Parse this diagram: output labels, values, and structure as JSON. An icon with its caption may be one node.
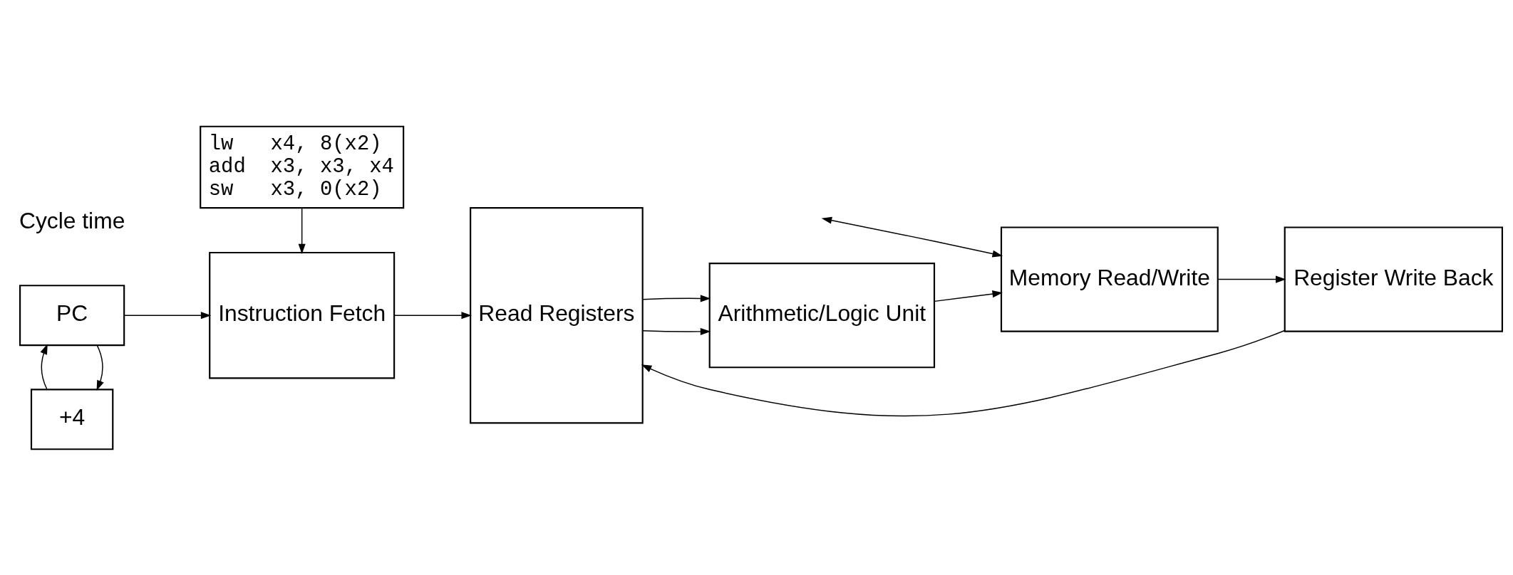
{
  "diagram": {
    "nodes": [
      {
        "text": [
          "lw   x4, 8(x2)",
          "add  x3, x3, x4",
          "sw   x3, 0(x2)"
        ]
      },
      {
        "text": [
          "Instruction Fetch"
        ]
      },
      {
        "text": [
          "Read Registers"
        ]
      },
      {
        "text": [
          "Arithmetic/Logic Unit"
        ]
      },
      {
        "text": [
          "Memory Read/Write"
        ]
      },
      {
        "text": [
          "Register Write Back"
        ]
      },
      {
        "text": [
          "PC"
        ]
      },
      {
        "text": [
          "+4"
        ]
      }
    ],
    "edges": [
      {
        "from": 0,
        "to": 1,
        "arrow": "to"
      },
      {
        "from": 1,
        "to": 2,
        "arrow": "to"
      },
      {
        "from": 2,
        "to": 3,
        "arrow": "to"
      },
      {
        "from": 2,
        "to": 3,
        "arrow": "to"
      },
      {
        "from": 3,
        "to": 4,
        "arrow": "to"
      },
      {
        "from": null,
        "to": 4,
        "arrow": "both"
      },
      {
        "from": 4,
        "to": 5,
        "arrow": "to"
      },
      {
        "from": 5,
        "to": 2,
        "arrow": "to"
      },
      {
        "from": 6,
        "to": 1,
        "arrow": "to"
      },
      {
        "from": 6,
        "to": 7,
        "arrow": "to"
      },
      {
        "from": 7,
        "to": 6,
        "arrow": "to"
      }
    ],
    "labels": [
      "Cycle time"
    ]
  }
}
